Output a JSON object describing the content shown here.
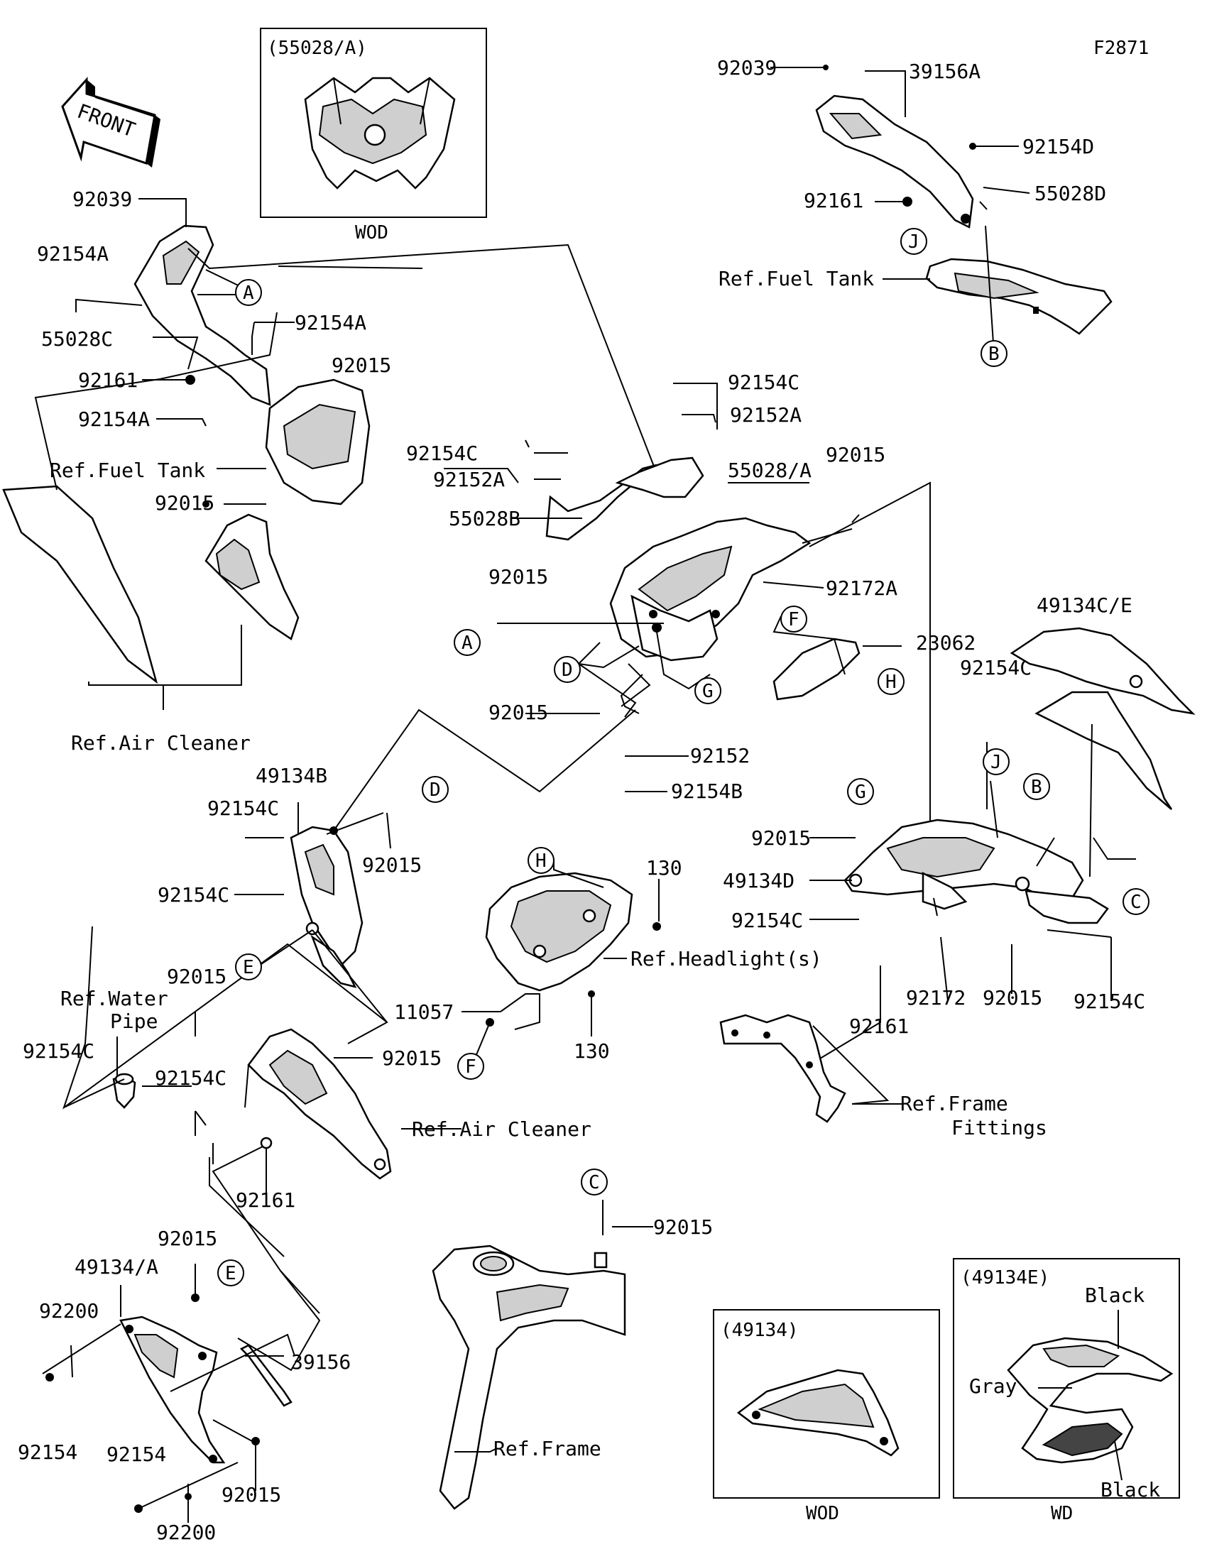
{
  "figure_id": "F2871",
  "front_label": "FRONT",
  "callouts": {
    "c1": "A",
    "c2": "D",
    "c3": "G",
    "c4": "F",
    "c5": "H",
    "c6": "J",
    "c7": "B",
    "c8": "J",
    "c9": "B",
    "c10": "G",
    "c11": "C",
    "c12": "D",
    "c13": "E",
    "c14": "H",
    "c15": "F",
    "c16": "C",
    "c17": "E",
    "c18": "A"
  },
  "inset_boxes": {
    "box1_title": "(55028/A)",
    "box1_caption": "WOD",
    "box2_title": "(49134)",
    "box2_caption": "WOD",
    "box3_title": "(49134E)",
    "box3_caption": "WD",
    "box3_black_top": "Black",
    "box3_gray": "Gray",
    "box3_black_bottom": "Black"
  },
  "labels": {
    "l01": "92039",
    "l02": "39156A",
    "l03": "92154D",
    "l04": "55028D",
    "l05": "92161",
    "l06": "Ref.Fuel Tank",
    "l07": "92039",
    "l08": "92154A",
    "l09": "55028C",
    "l10": "92154A",
    "l11": "92015",
    "l12": "92161",
    "l13": "92154A",
    "l14": "Ref.Fuel Tank",
    "l15": "92015",
    "l16": "Ref.Air Cleaner",
    "l17": "92154C",
    "l18": "92152A",
    "l19": "92154C",
    "l20": "92152A",
    "l21": "55028/A",
    "l22": "92015",
    "l23": "55028B",
    "l24": "92015",
    "l25": "92172A",
    "l26": "23062",
    "l27": "49134C/E",
    "l28": "92154C",
    "l29": "92015",
    "l30": "92152",
    "l31": "92154B",
    "l32": "49134B",
    "l33": "92154C",
    "l34": "92015",
    "l35": "92154C",
    "l36": "92015",
    "l37": "Ref.Water",
    "l38": "Pipe",
    "l39": "92154C",
    "l40": "92154C",
    "l41": "92015",
    "l42": "Ref.Air Cleaner",
    "l43": "92161",
    "l44": "130",
    "l45": "Ref.Headlight(s)",
    "l46": "11057",
    "l47": "130",
    "l48": "92015",
    "l49": "49134D",
    "l50": "92154C",
    "l51": "92172",
    "l52": "92015",
    "l53": "92154C",
    "l54": "92161",
    "l55": "Ref.Frame",
    "l56": "Fittings",
    "l57": "92015",
    "l58": "92015",
    "l59": "49134/A",
    "l60": "92200",
    "l61": "92154",
    "l62": "39156",
    "l63": "92154",
    "l64": "92015",
    "l65": "92200",
    "l66": "Ref.Frame"
  }
}
